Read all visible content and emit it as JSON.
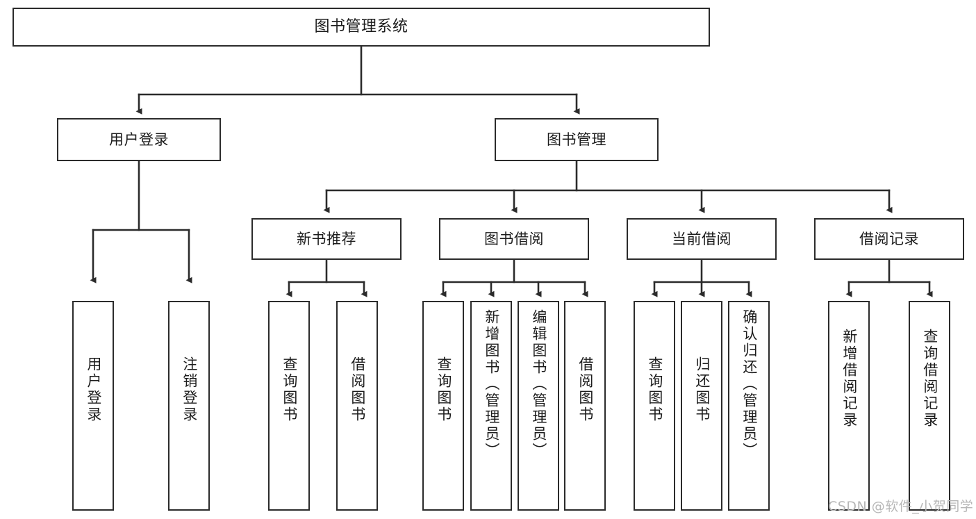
{
  "diagram": {
    "kind": "tree-hierarchy-diagram",
    "line_color": "#2b2b2b",
    "box_fill": "#ffffff",
    "text_color": "#1c1c1c",
    "root": {
      "label": "图书管理系统"
    },
    "level2": [
      {
        "label": "用户登录"
      },
      {
        "label": "图书管理"
      }
    ],
    "level3": [
      {
        "label": "新书推荐"
      },
      {
        "label": "图书借阅"
      },
      {
        "label": "当前借阅"
      },
      {
        "label": "借阅记录"
      }
    ],
    "leaves": {
      "user_login": [
        {
          "label": "用户登录"
        },
        {
          "label": "注销登录"
        }
      ],
      "new_book_recommend": [
        {
          "label": "查询图书"
        },
        {
          "label": "借阅图书"
        }
      ],
      "book_borrow": [
        {
          "label": "查询图书"
        },
        {
          "label": "新增图书（管理员）"
        },
        {
          "label": "编辑图书（管理员）"
        },
        {
          "label": "借阅图书"
        }
      ],
      "current_borrow": [
        {
          "label": "查询图书"
        },
        {
          "label": "归还图书"
        },
        {
          "label": "确认归还（管理员）"
        }
      ],
      "borrow_record": [
        {
          "label": "新增借阅记录"
        },
        {
          "label": "查询借阅记录"
        }
      ]
    }
  },
  "watermark": {
    "text": "CSDN @软件_小贺同学"
  }
}
